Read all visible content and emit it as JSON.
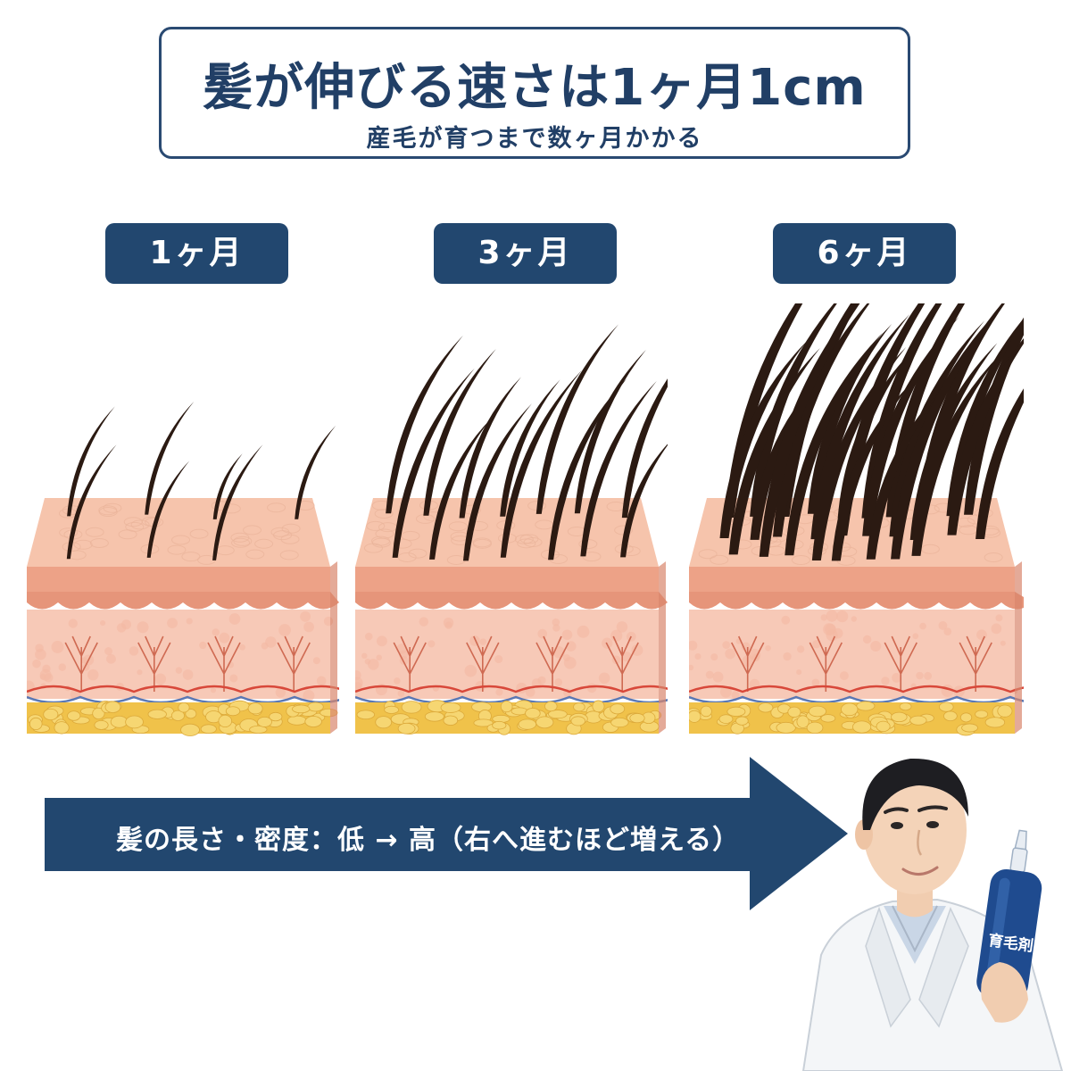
{
  "header": {
    "title": "髪が伸びる速さは1ヶ月1cm",
    "subtitle": "産毛が育つまで数ヶ月かかる"
  },
  "stages": [
    {
      "label": "1ヶ月",
      "hair_count": 7,
      "hair_length": 0.25
    },
    {
      "label": "3ヶ月",
      "hair_count": 14,
      "hair_length": 0.55
    },
    {
      "label": "6ヶ月",
      "hair_count": 28,
      "hair_length": 1.0
    }
  ],
  "arrow": {
    "text": "髪の長さ・密度：低 → 高（右へ進むほど増える）"
  },
  "product": {
    "label": "育毛剤"
  },
  "colors": {
    "navy": "#22476f",
    "skin_top": "#f6c4ac",
    "skin_mid": "#eda287",
    "dermis": "#f7c9b7",
    "fat": "#f0c24a",
    "hair": "#2b1a12",
    "artery": "#d8483a",
    "vein": "#5a78b4"
  }
}
